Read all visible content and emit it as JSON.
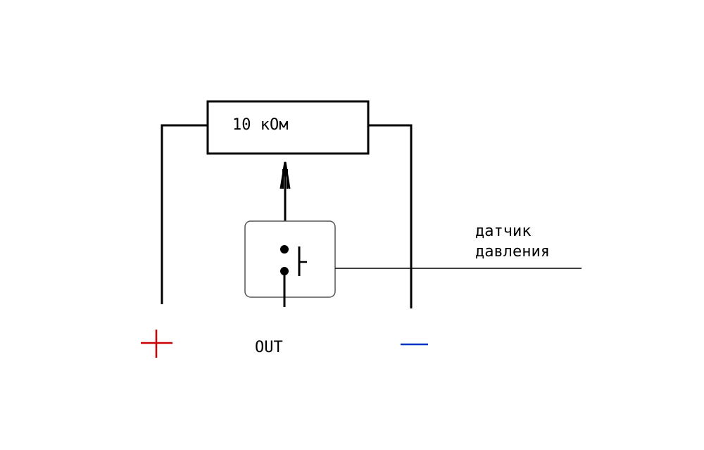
{
  "resistor": {
    "label": "10 кОм"
  },
  "sensor": {
    "label_line1": "датчик",
    "label_line2": "давления"
  },
  "terminals": {
    "out": "OUT",
    "plus_color": "#cc0000",
    "minus_color": "#0033cc"
  },
  "colors": {
    "wire": "#000000",
    "sensor_box_stroke": "#555555"
  }
}
